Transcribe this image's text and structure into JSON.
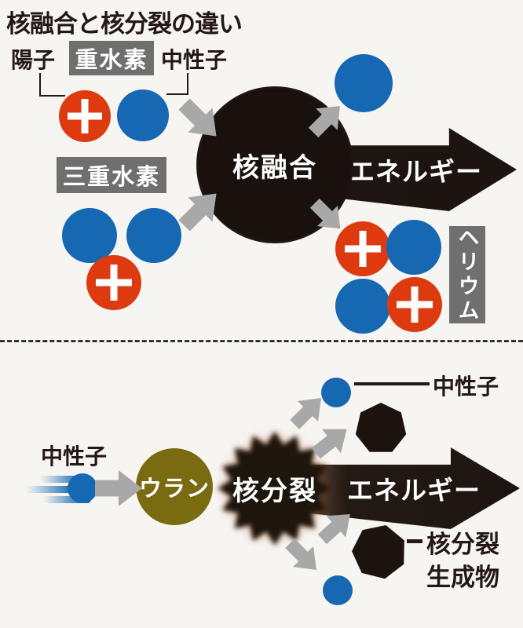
{
  "title": "核融合と核分裂の違い",
  "colors": {
    "neutron_blue": "#1668b3",
    "proton_red": "#dd3a10",
    "uranium_olive": "#7a6b10",
    "label_gray": "#6f6f6f",
    "arrow_gray": "#a8a8a8",
    "ink_black": "#1c1410",
    "background": "#f7f5f2"
  },
  "icons": {
    "plus_icon": "+",
    "arrow_icon": "→"
  },
  "fusion": {
    "proton_label": "陽子",
    "deuterium_label": "重水素",
    "neutron_label": "中性子",
    "tritium_label": "三重水素",
    "reaction_label": "核融合",
    "energy_label": "エネルギー",
    "helium_label": "ヘリウム"
  },
  "fission": {
    "neutron_in_label": "中性子",
    "uranium_label": "ウラン",
    "reaction_label": "核分裂",
    "energy_label": "エネルギー",
    "neutron_out_label": "中性子",
    "product_line1": "核分裂",
    "product_line2": "生成物"
  }
}
